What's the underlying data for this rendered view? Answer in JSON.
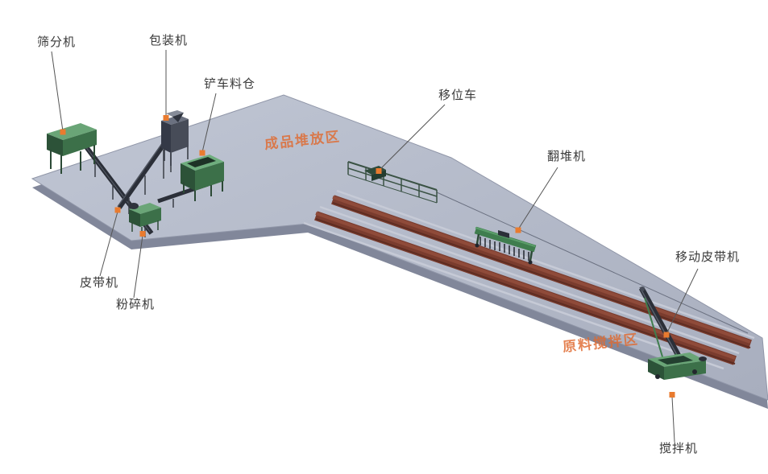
{
  "labels": {
    "screening": "筛分机",
    "packing": "包装机",
    "loader_hopper": "铲车料仓",
    "transfer_cart": "移位车",
    "turner": "翻堆机",
    "mobile_belt": "移动皮带机",
    "belt": "皮带机",
    "crusher": "粉碎机",
    "mixer": "搅拌机"
  },
  "zones": {
    "finished": "成品堆放区",
    "raw": "原料搅拌区"
  },
  "colors": {
    "accent_orange": "#e97b2f",
    "zone_text_orange": "#e06a30",
    "platform_top": "#b5bbca",
    "platform_side": "#81879a",
    "machine_green": "#3c7049",
    "machine_green_light": "#6aa577",
    "trough_red": "#7a3c2e",
    "belt_dark": "#2b2f38",
    "leader_line": "#555555"
  }
}
